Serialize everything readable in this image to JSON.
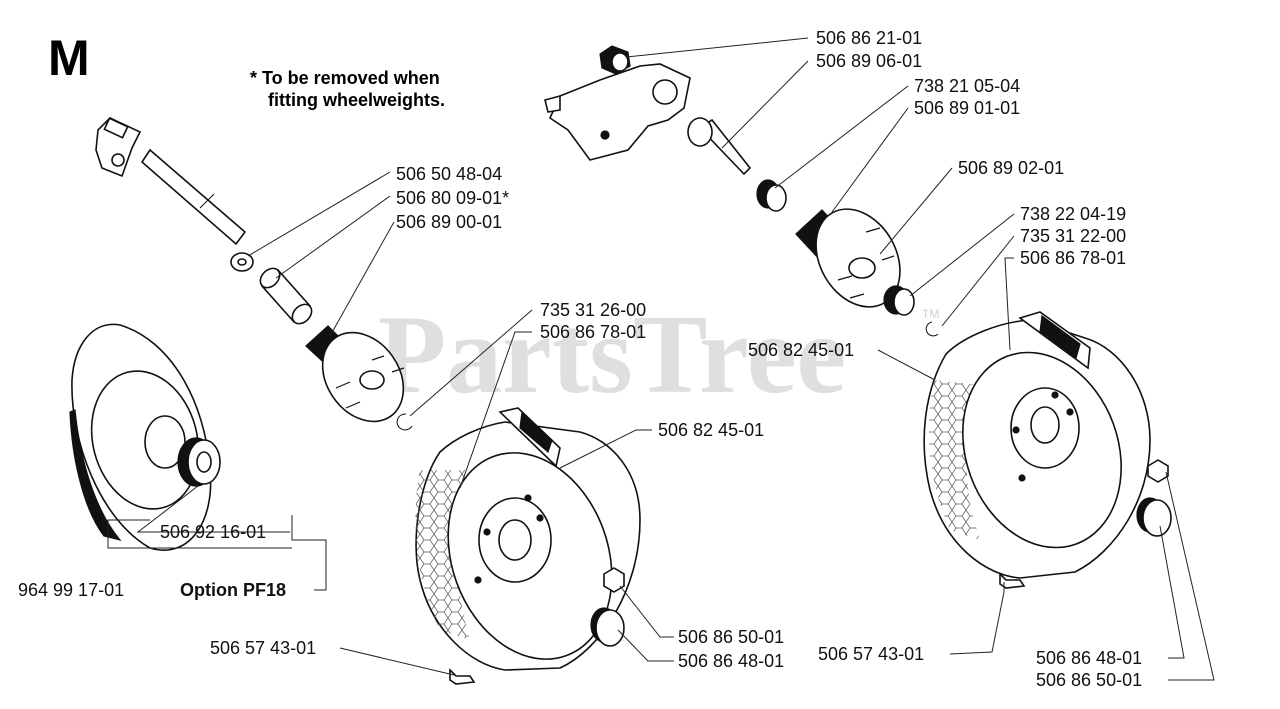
{
  "section_letter": "M",
  "note": {
    "line1": "* To be removed when",
    "line2": "fitting wheelweights."
  },
  "watermark": "PartsTree",
  "watermark_tm": "TM",
  "labels": {
    "l_5068621": "506 86 21-01",
    "l_5068906": "506 89 06-01",
    "l_7382105": "738 21 05-04",
    "l_5068901": "506 89 01-01",
    "l_5068902": "506 89 02-01",
    "l_7382204": "738 22 04-19",
    "l_7353122": "735 31 22-00",
    "l_5068678_r": "506 86 78-01",
    "l_5068245_r": "506 82 45-01",
    "l_5065048": "506 50 48-04",
    "l_5068009": "506 80 09-01*",
    "l_5068900": "506 89 00-01",
    "l_7353126": "735 31 26-00",
    "l_5068678_l": "506 86 78-01",
    "l_5068245_l": "506 82 45-01",
    "l_5069216": "506 92 16-01",
    "l_9649917": "964 99 17-01",
    "l_option": "Option PF18",
    "l_5065743_l": "506 57 43-01",
    "l_5068650_l": "506 86 50-01",
    "l_5068648_l": "506 86 48-01",
    "l_5065743_r": "506 57 43-01",
    "l_5068648_r": "506 86 48-01",
    "l_5068650_r": "506 86 50-01"
  }
}
